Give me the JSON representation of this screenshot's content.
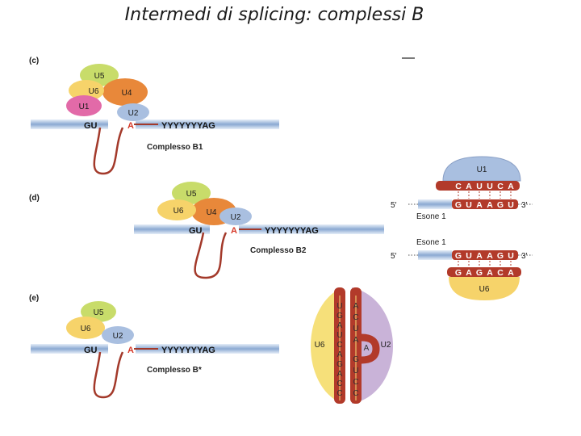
{
  "title": "Intermedi di splicing: complessi B",
  "panels": [
    {
      "label": "(c)",
      "caption": "Complesso B1",
      "snrnps": [
        "U5",
        "U6",
        "U4",
        "U1",
        "U2"
      ],
      "gu": "GU",
      "a": "A",
      "tract": "YYYYYYYAG"
    },
    {
      "label": "(d)",
      "caption": "Complesso B2",
      "snrnps": [
        "U5",
        "U6",
        "U4",
        "U2"
      ],
      "gu": "GU",
      "a": "A",
      "tract": "YYYYYYYAG"
    },
    {
      "label": "(e)",
      "caption": "Complesso B*",
      "snrnps": [
        "U5",
        "U6",
        "U2"
      ],
      "gu": "GU",
      "a": "A",
      "tract": "YYYYYYYAG"
    }
  ],
  "pairing_top": {
    "snrna": "U1",
    "upper_seq": [
      "C",
      "A",
      "U",
      "U",
      "C",
      "A"
    ],
    "lower_seq": [
      "G",
      "U",
      "A",
      "A",
      "G",
      "U"
    ],
    "five_prime": "5′",
    "three_prime": "3′",
    "exon": "Esone 1"
  },
  "pairing_bottom": {
    "exon": "Esone 1",
    "upper_seq": [
      "G",
      "U",
      "A",
      "A",
      "G",
      "U"
    ],
    "lower_seq": [
      "G",
      "A",
      "G",
      "A",
      "C",
      "A"
    ],
    "snrna": "U6",
    "five_prime": "5′",
    "three_prime": "3′"
  },
  "helix": {
    "left_label": "U6",
    "right_label": "U2",
    "left_seq": [
      "U",
      "G",
      "A",
      "U",
      "C",
      "A",
      "G",
      "A",
      "C",
      "C"
    ],
    "right_seq": [
      "A",
      "C",
      "U",
      "A",
      "A",
      "G",
      "U",
      "C",
      "C"
    ]
  },
  "colors": {
    "u5": "#c8dc6a",
    "u6": "#f6d36a",
    "u4": "#e8883a",
    "u1": "#e26aa8",
    "u2": "#a9bfe0",
    "mrna": "#9db8dc",
    "helix": "#b23a2a"
  }
}
